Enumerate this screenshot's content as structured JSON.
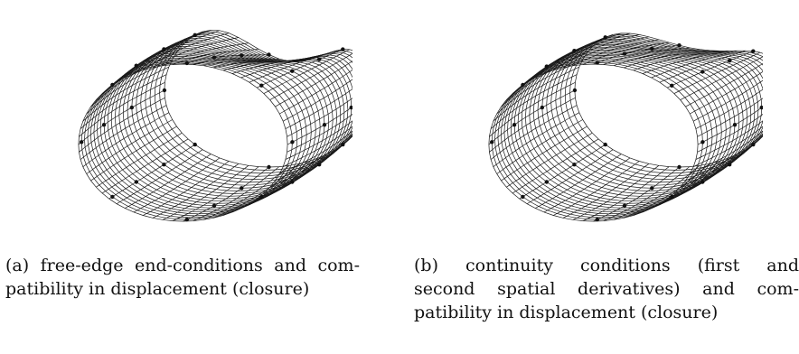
{
  "figure": {
    "panel_a": {
      "label": "(a)",
      "caption_lines": [
        "(a) free-edge end-conditions and com-",
        "patibility in displacement (closure)"
      ]
    },
    "panel_b": {
      "label": "(b)",
      "caption_lines": [
        "(b) continuity conditions (first and",
        "second spatial derivatives) and com-",
        "patibility in displacement (closure)"
      ]
    }
  }
}
